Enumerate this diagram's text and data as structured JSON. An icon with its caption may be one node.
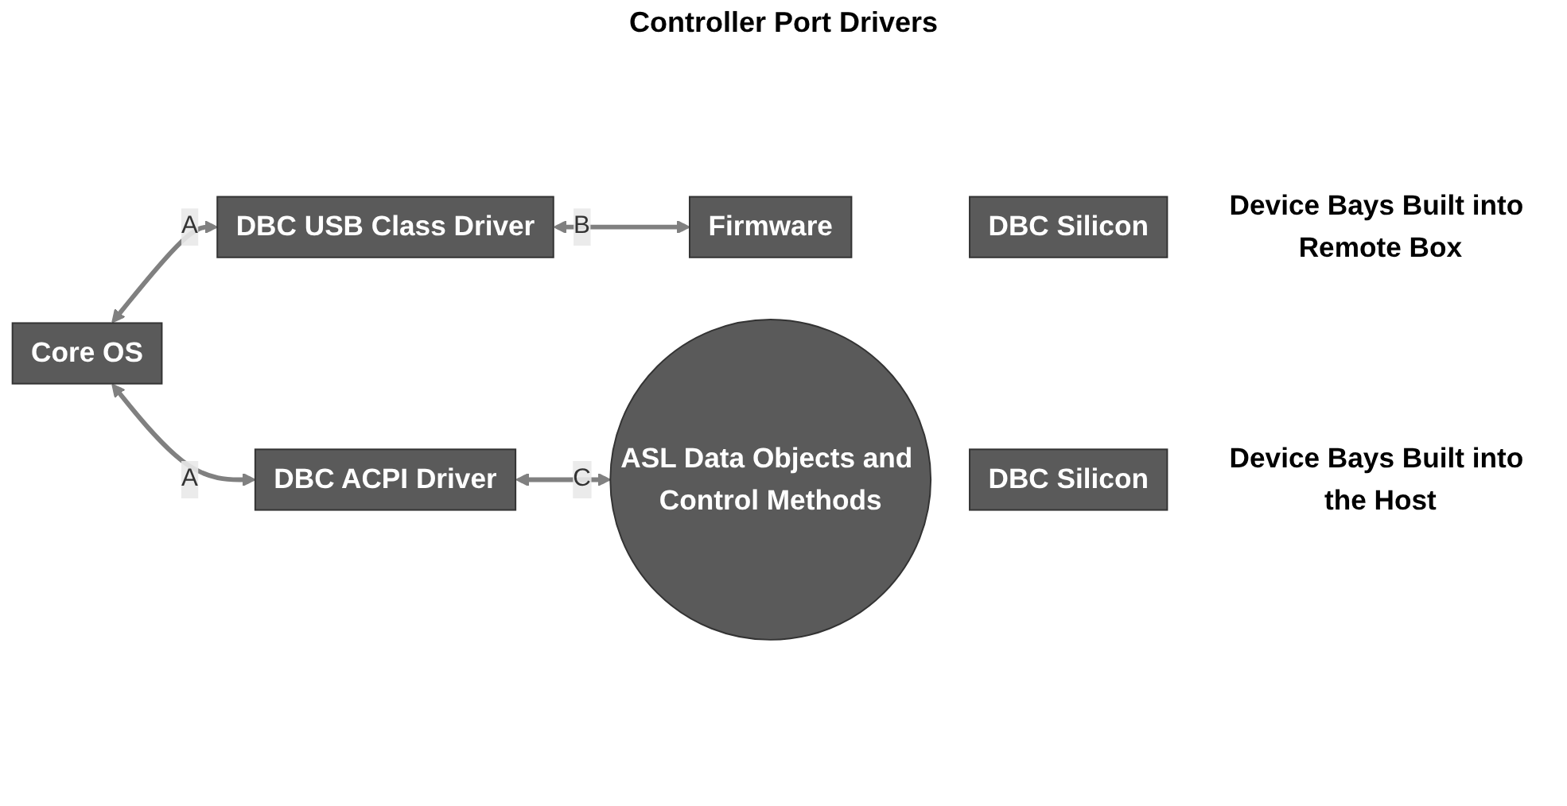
{
  "diagram": {
    "nodes": [
      {
        "text": [
          "Core OS"
        ]
      },
      {
        "text": [
          "DBC USB Class Driver"
        ]
      },
      {
        "text": [
          "Firmware"
        ]
      },
      {
        "text": [
          "DBC Silicon"
        ],
        "beside": [
          "Device Bays Built into Remote Box"
        ]
      },
      {
        "text": [
          "DBC ACPI Driver"
        ]
      },
      {
        "text": [
          "ASL Data Objects and Control Methods"
        ]
      },
      {
        "text": [
          "DBC Silicon"
        ],
        "beside": [
          "Device Bays Built into the Host"
        ]
      }
    ],
    "edges": [
      {
        "from": 0,
        "to": 1,
        "arrow": "both",
        "label": "A"
      },
      {
        "from": 1,
        "to": 2,
        "arrow": "both",
        "label": "B"
      },
      {
        "from": 0,
        "to": 4,
        "arrow": "both",
        "label": "A"
      },
      {
        "from": 4,
        "to": 5,
        "arrow": "both",
        "label": "C"
      }
    ],
    "labels": [
      "Controller Port Drivers"
    ]
  }
}
